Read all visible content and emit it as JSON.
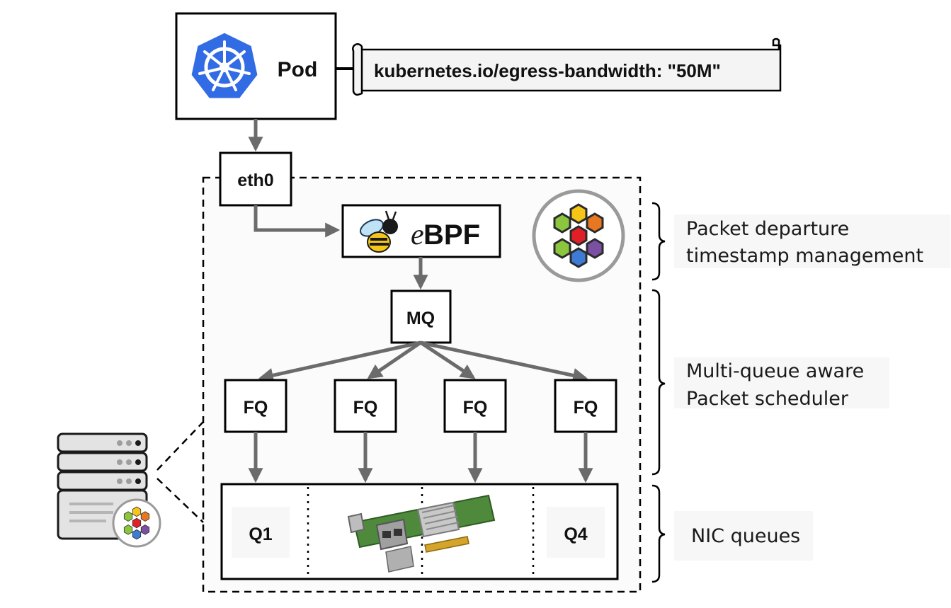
{
  "pod": {
    "label": "Pod"
  },
  "annotation": {
    "text": "kubernetes.io/egress-bandwidth: \"50M\""
  },
  "eth0": {
    "label": "eth0"
  },
  "ebpf": {
    "label_e": "e",
    "label_bpf": "BPF"
  },
  "mq": {
    "label": "MQ"
  },
  "fq_boxes": [
    "FQ",
    "FQ",
    "FQ",
    "FQ"
  ],
  "nic": {
    "q_left": "Q1",
    "q_right": "Q4"
  },
  "side_labels": {
    "departure_line1": "Packet departure",
    "departure_line2": "timestamp management",
    "scheduler_line1": "Multi-queue aware",
    "scheduler_line2": "Packet scheduler",
    "nic_queues": "NIC queues"
  },
  "colors": {
    "kubernetes_blue": "#326ce5",
    "arrow_gray": "#6b6b6b",
    "hex_yellow": "#f5c518",
    "hex_orange": "#e87722",
    "hex_green": "#8cc63f",
    "hex_red": "#e21f26",
    "hex_purple": "#7b4fa1",
    "hex_blue": "#3e7bd4"
  },
  "icons": [
    "kubernetes-logo-icon",
    "ebpf-bee-icon",
    "hexagon-cluster-logo-icon",
    "server-stack-icon",
    "nic-card-icon"
  ]
}
